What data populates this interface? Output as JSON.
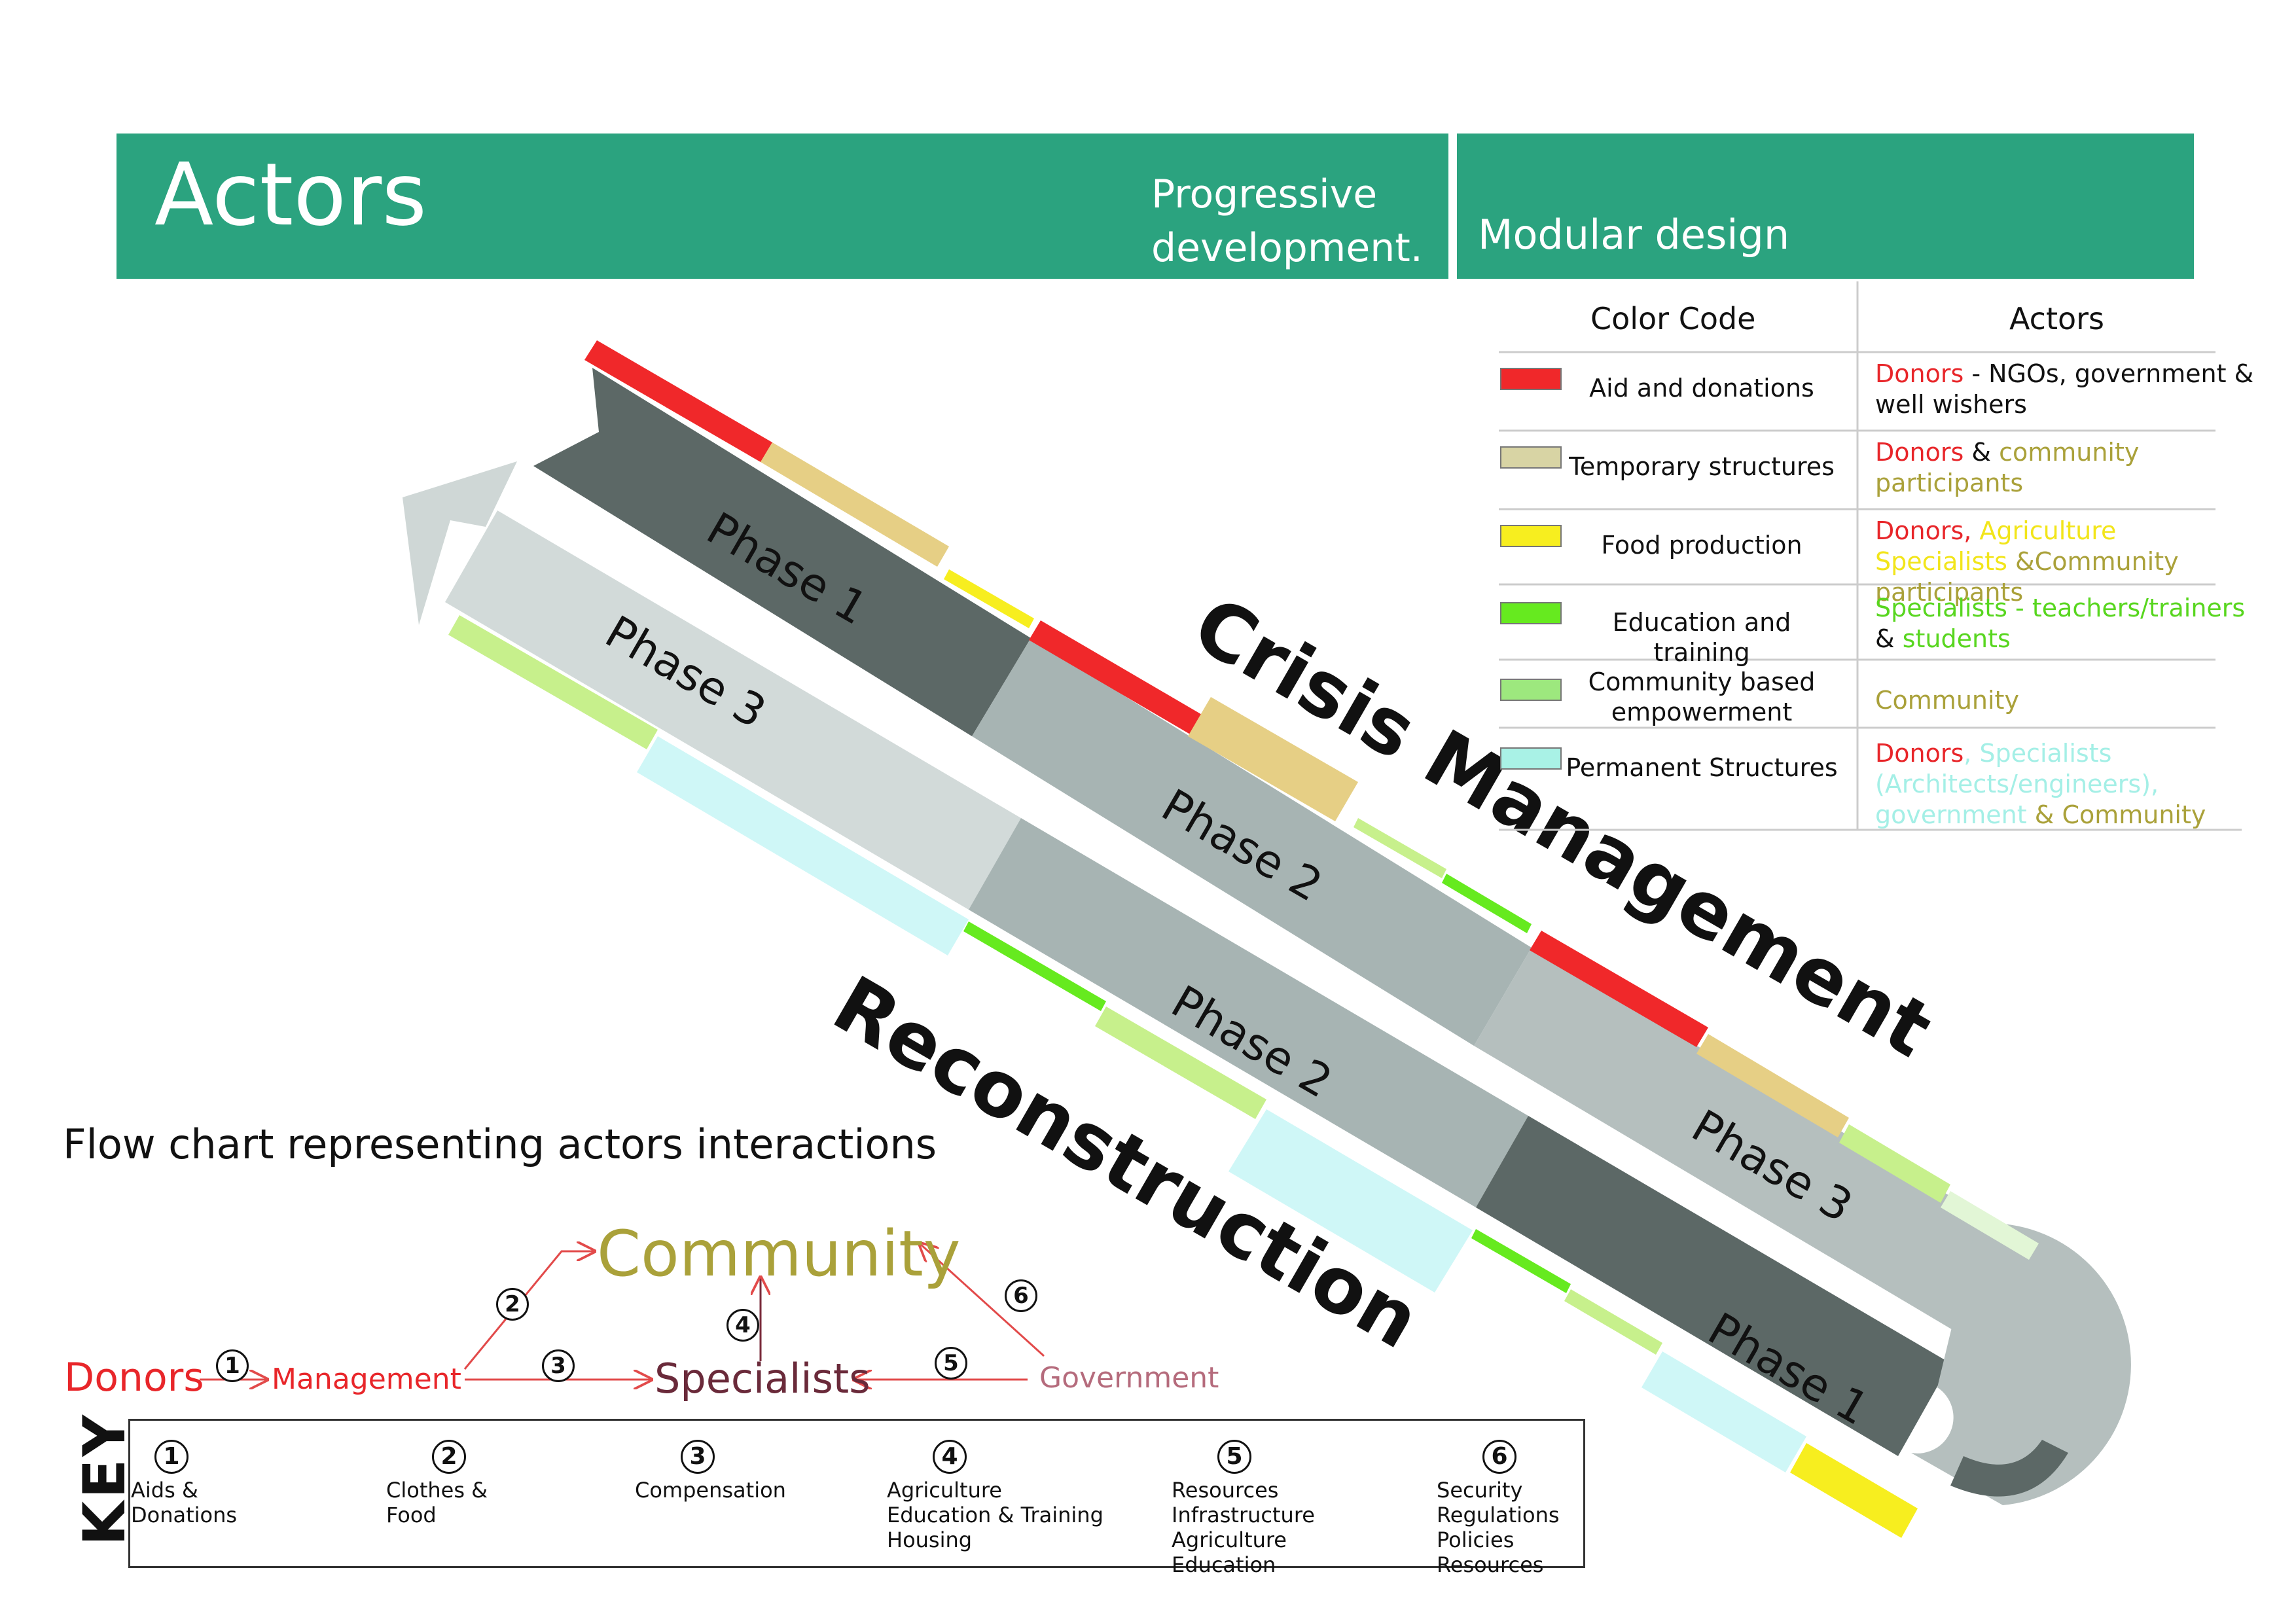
{
  "header": {
    "title": "Actors",
    "subtitle_line1": "Progressive",
    "subtitle_line2": "development.",
    "right_title": "Modular design"
  },
  "diagram": {
    "crisis_label": "Crisis Management",
    "reconstruction_label": "Reconstruction",
    "phase1": "Phase 1",
    "phase2": "Phase 2",
    "phase3": "Phase 3"
  },
  "legend": {
    "col_color": "Color Code",
    "col_actors": "Actors",
    "rows": [
      {
        "label": "Aid and donations",
        "swatch": "#f0282a",
        "actors": [
          {
            "t": "Donors",
            "c": "red"
          },
          {
            "t": " - NGOs, government & well wishers",
            "c": "black"
          }
        ]
      },
      {
        "label": "Temporary structures",
        "swatch": "#d8d4a4",
        "actors": [
          {
            "t": "Donors",
            "c": "red"
          },
          {
            "t": " & ",
            "c": "black"
          },
          {
            "t": "community participants",
            "c": "olive"
          }
        ]
      },
      {
        "label": "Food production",
        "swatch": "#f7ee1f",
        "actors": [
          {
            "t": "Donors, ",
            "c": "red"
          },
          {
            "t": "Agriculture Specialists",
            "c": "yellow"
          },
          {
            "t": " &Community participants",
            "c": "olive"
          }
        ]
      },
      {
        "label": "Education and training",
        "swatch": "#66ea1f",
        "actors": [
          {
            "t": "Specialists - teachers/trainers",
            "c": "green"
          },
          {
            "t": " & ",
            "c": "black"
          },
          {
            "t": "students",
            "c": "green"
          }
        ]
      },
      {
        "label": "Community based empowerment",
        "swatch": "#9de87e",
        "actors": [
          {
            "t": "Community",
            "c": "olive"
          }
        ]
      },
      {
        "label": "Permanent Structures",
        "swatch": "#a9f2e6",
        "actors": [
          {
            "t": "Donors",
            "c": "red"
          },
          {
            "t": ", Specialists (Architects/engineers), government",
            "c": "cyan"
          },
          {
            "t": " & Community",
            "c": "olive"
          }
        ]
      }
    ]
  },
  "flow": {
    "title": "Flow chart representing actors interactions",
    "donors": "Donors",
    "management": "Management",
    "community": "Community",
    "specialists": "Specialists",
    "government": "Government",
    "n1": "1",
    "n2": "2",
    "n3": "3",
    "n4": "4",
    "n5": "5",
    "n6": "6"
  },
  "key": {
    "label": "KEY",
    "items": [
      {
        "num": "1",
        "lines": [
          "Aids &",
          "Donations"
        ]
      },
      {
        "num": "2",
        "lines": [
          "Clothes &",
          "Food"
        ]
      },
      {
        "num": "3",
        "lines": [
          "Compensation"
        ]
      },
      {
        "num": "4",
        "lines": [
          "Agriculture",
          "Education & Training",
          "Housing"
        ]
      },
      {
        "num": "5",
        "lines": [
          "Resources",
          "Infrastructure",
          "Agriculture",
          "Education"
        ]
      },
      {
        "num": "6",
        "lines": [
          "Security",
          "Regulations",
          "Policies",
          "Resources"
        ]
      }
    ]
  },
  "colors": {
    "header": "#2ba37f",
    "dark_phase": "#5c6866",
    "mid_phase": "#a7b4b3",
    "light_phase": "#d2dad9",
    "red": "#f0282a",
    "tan": "#e6cf85",
    "yellow": "#f7ee1f",
    "green": "#66ea1f",
    "lightgreen": "#c7f08c",
    "cyan": "#cff7f7",
    "donors_text": "#e8262a",
    "community_text": "#aaa13a",
    "specialists_text": "#6a2a3a",
    "government_text": "#b56b7c"
  }
}
